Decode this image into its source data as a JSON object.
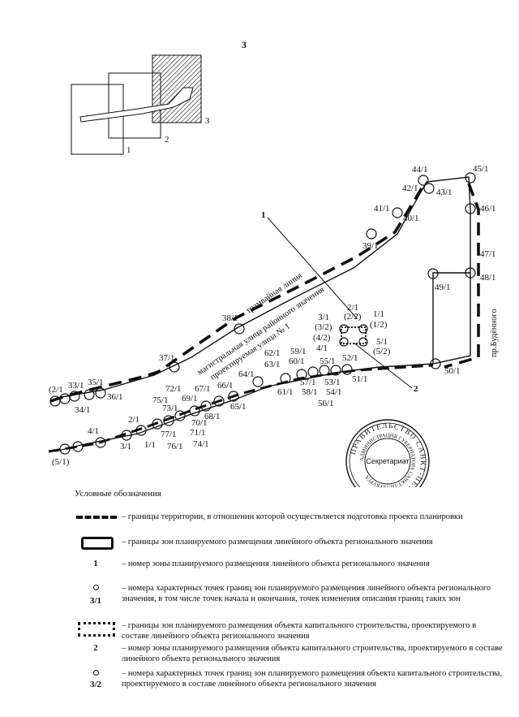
{
  "page_number": "3",
  "inset": {
    "labels": [
      "1",
      "2",
      "3"
    ]
  },
  "zone_labels": {
    "zone1": "1",
    "zone2": "2"
  },
  "streets": {
    "tram": "трамвайная линия",
    "main1": "магистральная улица районного значения",
    "main2": "проектируемая улица № 1",
    "budenny": "пр.Будённого"
  },
  "points": [
    "44/1",
    "45/1",
    "42/1",
    "43/1",
    "46/1",
    "41/1",
    "40/1",
    "39/1",
    "47/1",
    "48/1",
    "49/1",
    "38/1",
    "37/1",
    "50/1",
    "2/1",
    "(2/2)",
    "1/1",
    "(1/2)",
    "3/1",
    "(3/2)",
    "(4/2)",
    "4/1",
    "5/1",
    "(5/2)",
    "62/1",
    "59/1",
    "63/1",
    "60/1",
    "55/1",
    "52/1",
    "57/1",
    "53/1",
    "51/1",
    "61/1",
    "58/1",
    "54/1",
    "56/1",
    "64/1",
    "67/1",
    "66/1",
    "65/1",
    "72/1",
    "75/1",
    "69/1",
    "73/1",
    "68/1",
    "70/1",
    "71/1",
    "74/1",
    "2/1",
    "77/1",
    "3/1",
    "1/1",
    "76/1",
    "4/1",
    "(5/1)",
    "(2/1",
    "33/1",
    "35/1",
    "36/1",
    "34/1"
  ],
  "stamp": {
    "outer": "ПРАВИТЕЛЬСТВО САНКТ-ПЕТЕРБУРГА",
    "inner": "АДМИНИСТРАЦИЯ ГУБЕРНАТОРА САНКТ-ПЕТЕРБУРГА",
    "center": "Секретариат"
  },
  "legend": {
    "title": "Условные обозначения",
    "items": [
      {
        "symbol": "",
        "text": "– границы территории, в отношении которой осуществляется подготовка проекта планировки"
      },
      {
        "symbol": "",
        "text": "– границы зон планируемого размещения линейного объекта регионального значения"
      },
      {
        "symbol": "1",
        "text": "– номер зоны планируемого размещения линейного объекта регионального значения"
      },
      {
        "symbol": "3/1",
        "text": "– номера характерных точек границ зон планируемого размещения линейного объекта регионального значения, в том числе точек начала и окончания, точек изменения описания границ таких зон"
      },
      {
        "symbol": "",
        "text": "– границы зон планируемого размещения объекта капитального строительства, проектируемого в составе линейного объекта регионального значения"
      },
      {
        "symbol": "2",
        "text": "– номер зоны планируемого размещения объекта капитального строительства, проектируемого в составе линейного объекта регионального значения"
      },
      {
        "symbol": "3/2",
        "text": "– номера характерных точек границ зон планируемого размещения объекта капитального строительства, проектируемого в составе линейного объекта регионального значения"
      }
    ]
  }
}
